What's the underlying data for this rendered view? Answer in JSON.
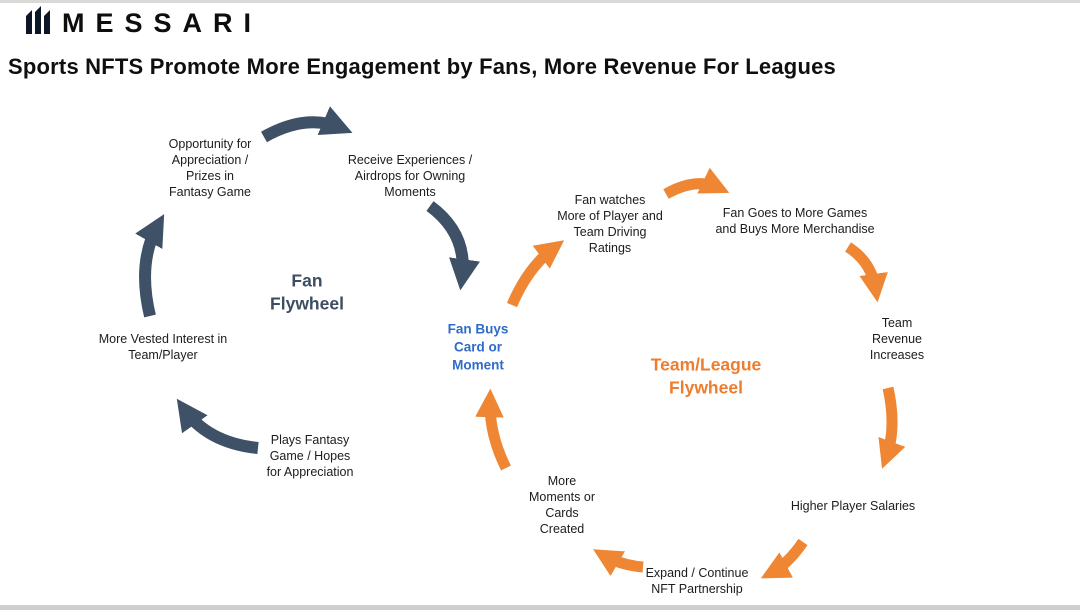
{
  "header": {
    "brand": "MESSARI",
    "title": "Sports NFTS Promote More Engagement by Fans, More Revenue For Leagues"
  },
  "fan_flywheel": {
    "center_label": "Fan\nFlywheel",
    "nodes": {
      "opportunity": "Opportunity for\nAppreciation /\nPrizes in\nFantasy Game",
      "receive": "Receive Experiences /\nAirdrops for Owning\nMoments",
      "vested": "More Vested Interest in\nTeam/Player",
      "plays": "Plays Fantasy\nGame / Hopes\nfor Appreciation"
    }
  },
  "shared_node": {
    "label": "Fan Buys\nCard or\nMoment"
  },
  "team_flywheel": {
    "center_label": "Team/League\nFlywheel",
    "nodes": {
      "watches": "Fan watches\nMore of Player and\nTeam Driving\nRatings",
      "games": "Fan Goes to More Games\nand Buys More Merchandise",
      "revenue": "Team\nRevenue\nIncreases",
      "salaries": "Higher Player Salaries",
      "expand": "Expand / Continue\nNFT Partnership",
      "moments": "More\nMoments or\nCards\nCreated"
    }
  },
  "colors": {
    "fan_arrow": "#3f5166",
    "team_arrow": "#ee8634",
    "fan_center_label": "#3d4e63",
    "team_center_label": "#ee7d2d",
    "shared_label": "#2f6cc9"
  }
}
